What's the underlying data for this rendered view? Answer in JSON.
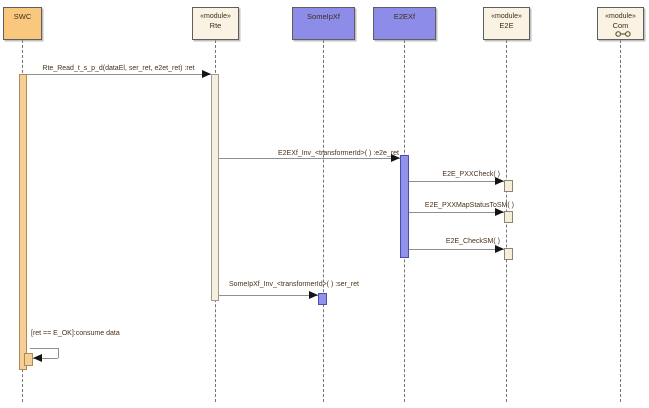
{
  "diagram": {
    "kind": "uml-sequence-diagram",
    "colors": {
      "background": "#ffffff",
      "participant_orange": "#f9c87e",
      "participant_blue": "#8d8de9",
      "participant_cream": "#faf2e2",
      "activation_orange": "#f6cf96",
      "activation_cream": "#f5efe0",
      "activation_blue": "#9193ea",
      "message_line": "#8f8f8f",
      "message_text": "#4a3018",
      "lifeline": "#757575"
    },
    "participants": [
      {
        "name": "SWC",
        "stereotype": ""
      },
      {
        "name": "Rte",
        "stereotype": "«module»"
      },
      {
        "name": "SomeIpXf",
        "stereotype": ""
      },
      {
        "name": "E2EXf",
        "stereotype": ""
      },
      {
        "name": "E2E",
        "stereotype": "«module»"
      },
      {
        "name": "Com",
        "stereotype": "«module»",
        "icon": "connector-icon"
      }
    ],
    "messages": [
      {
        "label": "Rte_Read_t_s_p_d(dataEl, ser_ret, e2et_ret) :ret",
        "from": "SWC",
        "to": "Rte",
        "type": "sync-call"
      },
      {
        "label": "E2EXf_Inv_<transformerId>( ) :e2e_ret",
        "from": "Rte",
        "to": "E2EXf",
        "type": "sync-call"
      },
      {
        "label": "E2E_PXXCheck( )",
        "from": "E2EXf",
        "to": "E2E",
        "type": "sync-call"
      },
      {
        "label": "E2E_PXXMapStatusToSM( )",
        "from": "E2EXf",
        "to": "E2E",
        "type": "sync-call"
      },
      {
        "label": "E2E_CheckSM( )",
        "from": "E2EXf",
        "to": "E2E",
        "type": "sync-call"
      },
      {
        "label": "SomeIpXf_Inv_<transformerId>( ) :ser_ret",
        "from": "Rte",
        "to": "SomeIpXf",
        "type": "sync-call"
      },
      {
        "label": "[ret == E_OK]:consume data",
        "from": "SWC",
        "to": "SWC",
        "type": "self-call"
      }
    ]
  }
}
